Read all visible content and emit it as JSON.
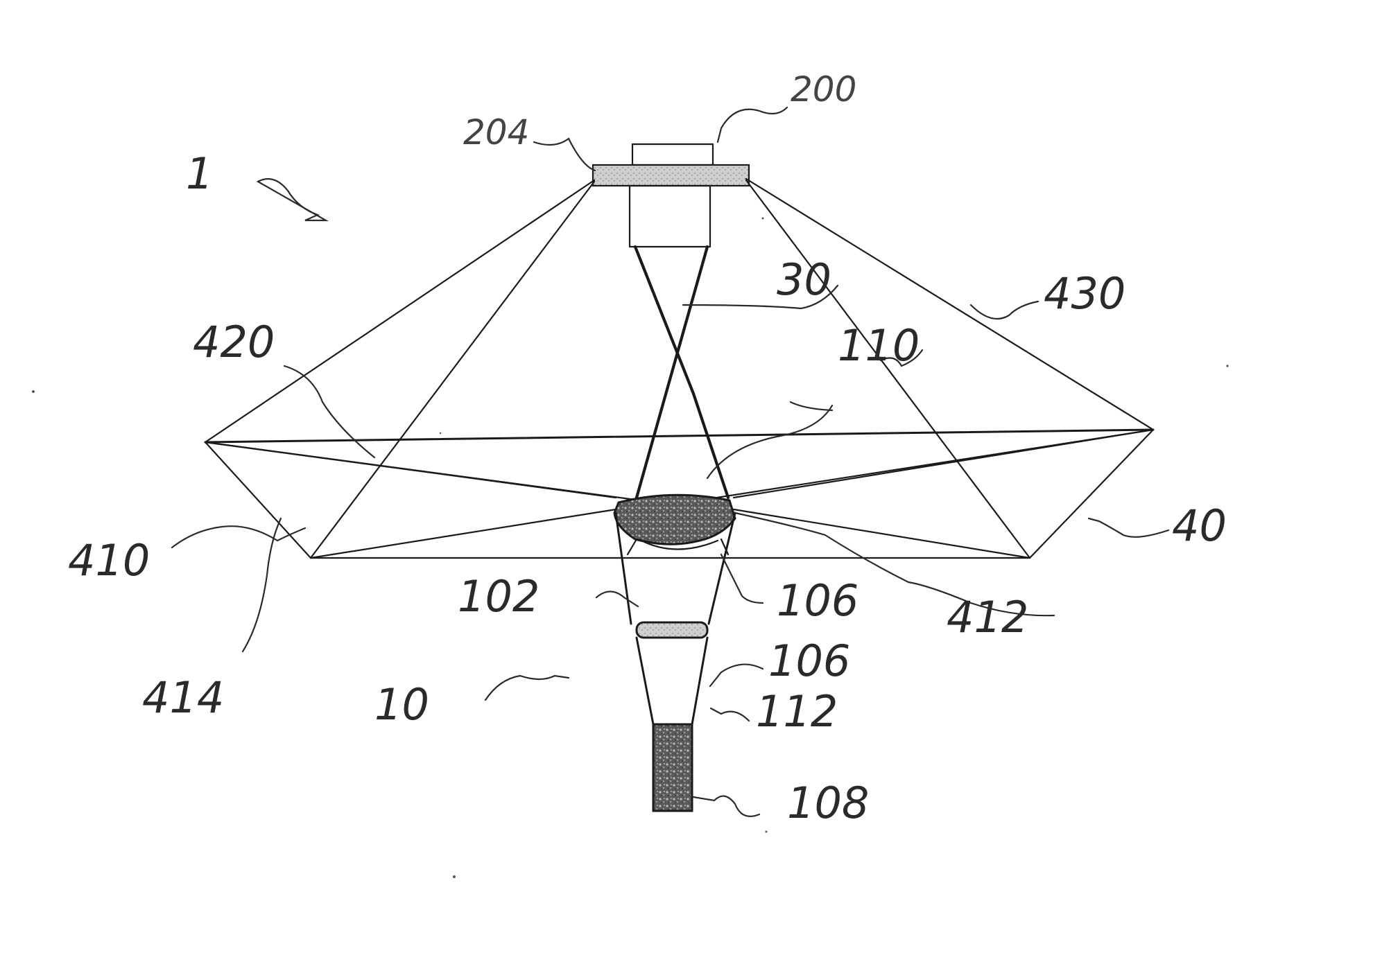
{
  "labels": {
    "l1": "1",
    "l10": "10",
    "l30": "30",
    "l40": "40",
    "l102": "102",
    "l106a": "106",
    "l106b": "106",
    "l108": "108",
    "l110": "110",
    "l112": "112",
    "l200": "200",
    "l204": "204",
    "l410": "410",
    "l412": "412",
    "l414": "414",
    "l420": "420",
    "l430": "430"
  }
}
